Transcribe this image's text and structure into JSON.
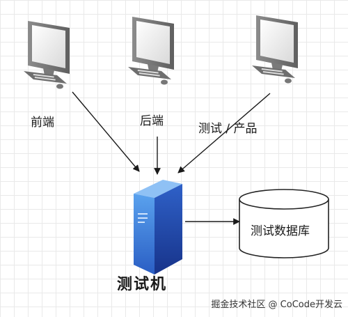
{
  "labels": {
    "frontend": "前端",
    "backend": "后端",
    "test_product": "测试 / 产品",
    "test_machine": "测试机",
    "test_database": "测试数据库"
  },
  "watermark": "掘金技术社区 @ CoCode开发云",
  "colors": {
    "monitor_frame": "#9a9a9a",
    "monitor_screen": "#f2f2f2",
    "server_light": "#4e8fe0",
    "server_dark": "#1d3f9e",
    "arrow": "#1a1a1a"
  }
}
